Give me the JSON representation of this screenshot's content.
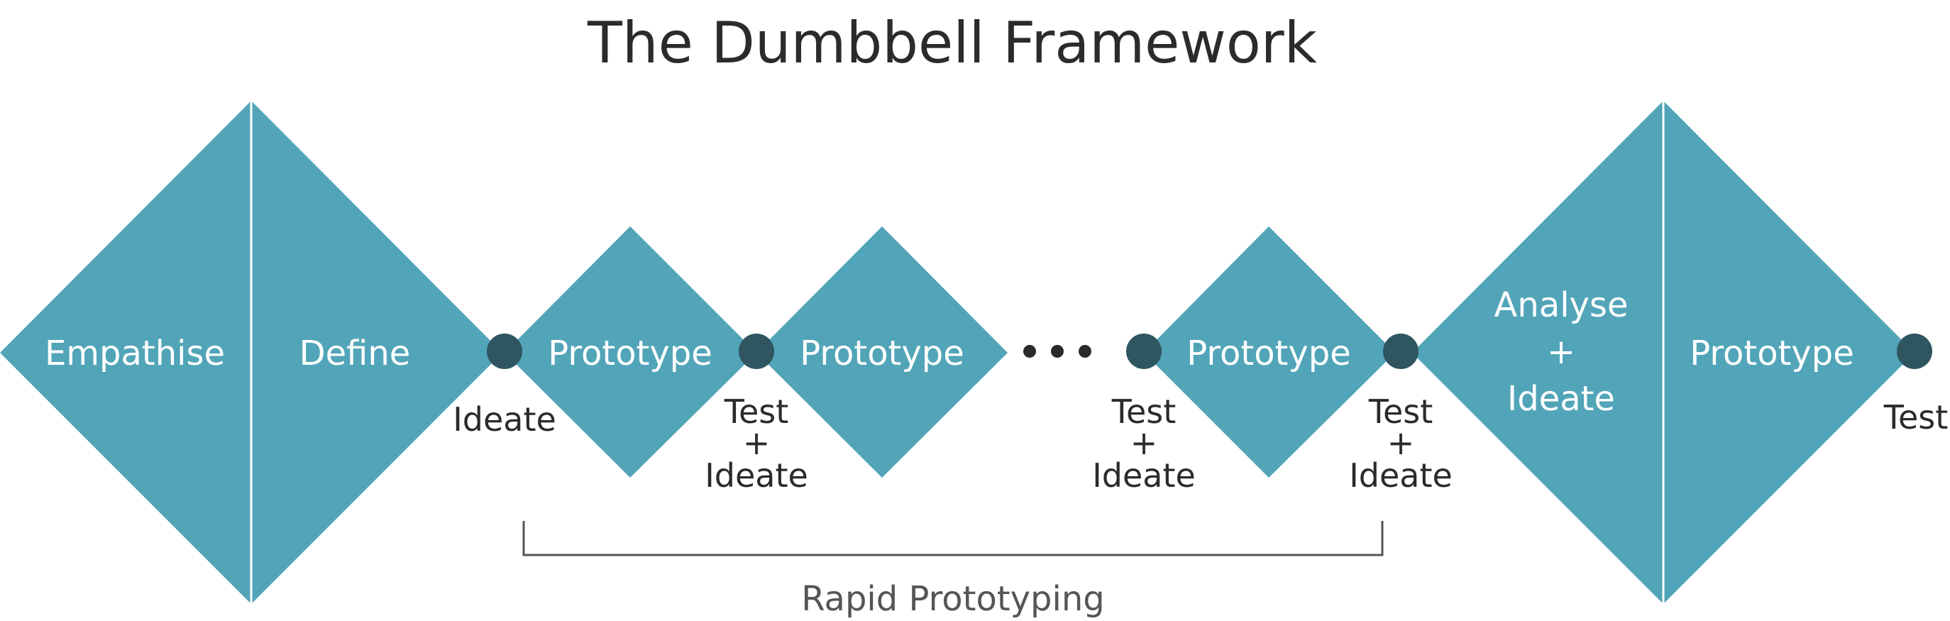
{
  "title": "The Dumbbell Framework",
  "colors": {
    "shape": "#52a5b8",
    "node": "#2f5561",
    "text": "#2b2b2b",
    "bracket": "#555555"
  },
  "stages": {
    "empathise": "Empathise",
    "define": "Define",
    "prototype_1": "Prototype",
    "prototype_2": "Prototype",
    "prototype_3": "Prototype",
    "analyse": "Analyse",
    "analyse_plus": "+",
    "analyse_ideate": "Ideate",
    "prototype_4": "Prototype"
  },
  "nodes": {
    "ideate_1": "Ideate",
    "test_2": "Test",
    "test_2_plus": "+",
    "test_2_ideate": "Ideate",
    "test_3": "Test",
    "test_3_plus": "+",
    "test_3_ideate": "Ideate",
    "test_4": "Test",
    "test_4_plus": "+",
    "test_4_ideate": "Ideate",
    "test_5": "Test"
  },
  "bracket": {
    "label": "Rapid Prototyping"
  }
}
